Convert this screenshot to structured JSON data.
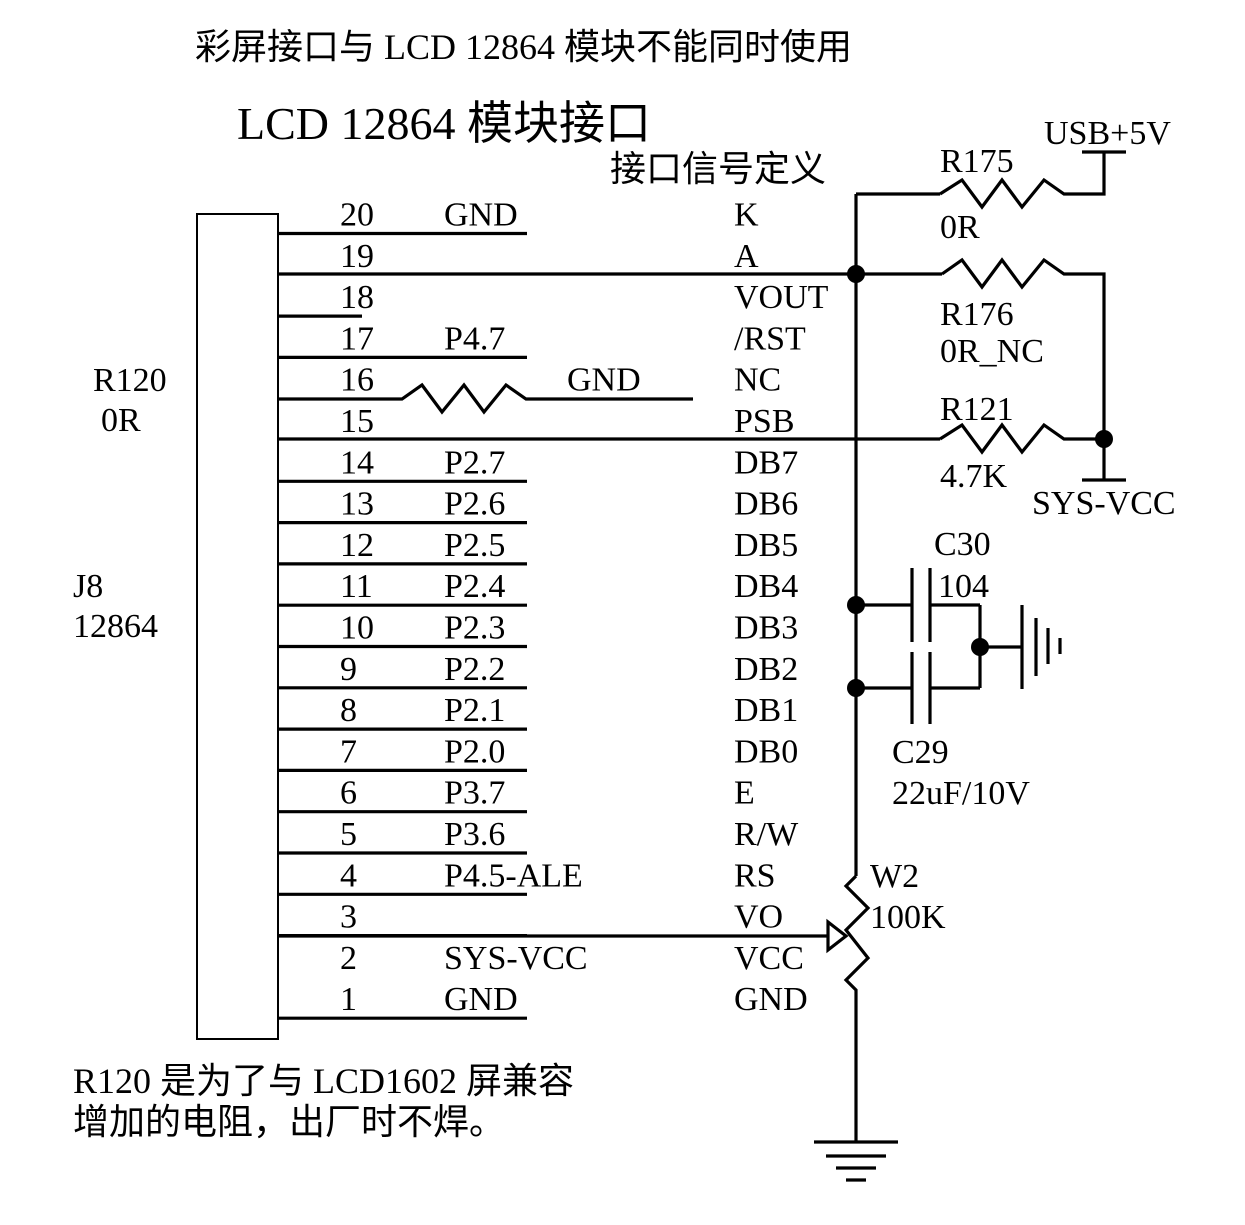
{
  "notes": {
    "top": "彩屏接口与 LCD 12864 模块不能同时使用",
    "title": "LCD 12864 模块接口",
    "signal_header": "接口信号定义",
    "bottom_line1": "R120 是为了与 LCD1602 屏兼容",
    "bottom_line2": "增加的电阻，出厂时不焊。"
  },
  "connector": {
    "ref": "J8",
    "value": "12864",
    "pins": [
      {
        "num": "20",
        "net": "GND",
        "signal": "K"
      },
      {
        "num": "19",
        "net": "",
        "signal": "A"
      },
      {
        "num": "18",
        "net": "",
        "signal": "VOUT"
      },
      {
        "num": "17",
        "net": "P4.7",
        "signal": "/RST"
      },
      {
        "num": "16",
        "net": "GND",
        "signal": "NC"
      },
      {
        "num": "15",
        "net": "",
        "signal": "PSB"
      },
      {
        "num": "14",
        "net": "P2.7",
        "signal": "DB7"
      },
      {
        "num": "13",
        "net": "P2.6",
        "signal": "DB6"
      },
      {
        "num": "12",
        "net": "P2.5",
        "signal": "DB5"
      },
      {
        "num": "11",
        "net": "P2.4",
        "signal": "DB4"
      },
      {
        "num": "10",
        "net": "P2.3",
        "signal": "DB3"
      },
      {
        "num": "9",
        "net": "P2.2",
        "signal": "DB2"
      },
      {
        "num": "8",
        "net": "P2.1",
        "signal": "DB1"
      },
      {
        "num": "7",
        "net": "P2.0",
        "signal": "DB0"
      },
      {
        "num": "6",
        "net": "P3.7",
        "signal": "E"
      },
      {
        "num": "5",
        "net": "P3.6",
        "signal": "R/W"
      },
      {
        "num": "4",
        "net": "P4.5-ALE",
        "signal": "RS"
      },
      {
        "num": "3",
        "net": "",
        "signal": "VO"
      },
      {
        "num": "2",
        "net": "SYS-VCC",
        "signal": "VCC"
      },
      {
        "num": "1",
        "net": "GND",
        "signal": "GND"
      }
    ]
  },
  "components": {
    "r120": {
      "ref": "R120",
      "value": "0R"
    },
    "r175": {
      "ref": "R175",
      "value": "0R"
    },
    "r176": {
      "ref": "R176",
      "value": "0R_NC"
    },
    "r121": {
      "ref": "R121",
      "value": "4.7K"
    },
    "c30": {
      "ref": "C30",
      "value": "104"
    },
    "c29": {
      "ref": "C29",
      "value": "22uF/10V"
    },
    "w2": {
      "ref": "W2",
      "value": "100K"
    }
  },
  "power": {
    "usb": "USB+5V",
    "sys_vcc": "SYS-VCC"
  }
}
